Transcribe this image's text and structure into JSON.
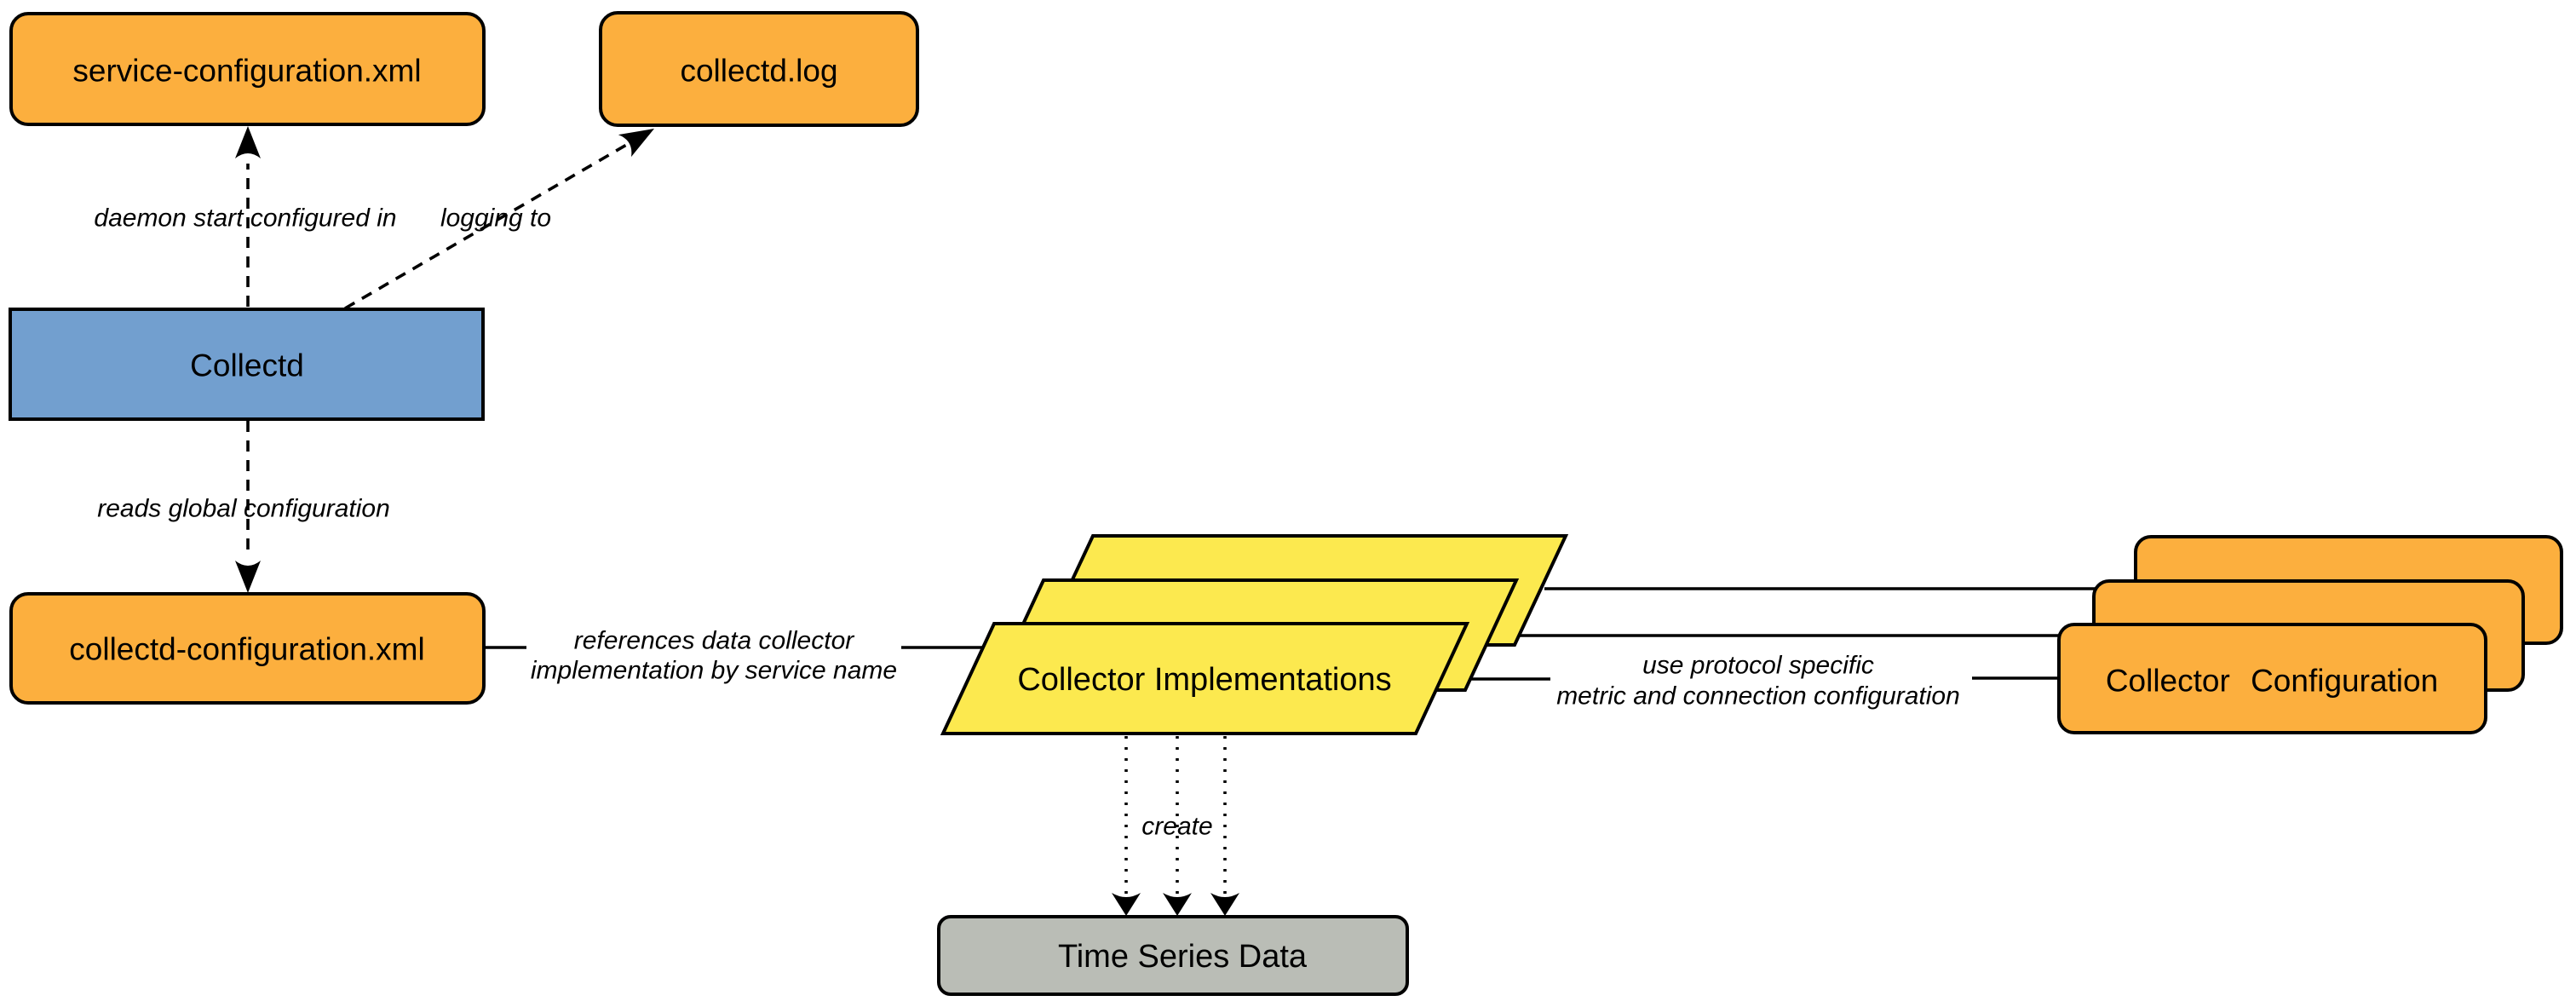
{
  "colors": {
    "orange": "#FCAF3E",
    "yellow": "#FCE94F",
    "blue": "#729FCF",
    "gray": "#BABDB6",
    "line": "#000000",
    "background": "#FFFFFF"
  },
  "nodes": {
    "service_configuration": {
      "label": "service-configuration.xml"
    },
    "collectd_log": {
      "label": "collectd.log"
    },
    "collectd": {
      "label": "Collectd"
    },
    "collectd_configuration": {
      "label": "collectd-configuration.xml"
    },
    "collector_implementations": {
      "label": "Collector Implementations"
    },
    "collector_configuration": {
      "label": "Collector Configuration"
    },
    "time_series_data": {
      "label": "Time Series Data"
    }
  },
  "edges": {
    "daemon_start": {
      "label": "daemon start configured in"
    },
    "logging_to": {
      "label": "logging to"
    },
    "reads_global": {
      "label": "reads global configuration"
    },
    "references": {
      "line1": "references data collector",
      "line2": "implementation by service name"
    },
    "use_protocol": {
      "line1": "use protocol specific",
      "line2": "metric and connection configuration"
    },
    "create": {
      "label": "create"
    }
  }
}
